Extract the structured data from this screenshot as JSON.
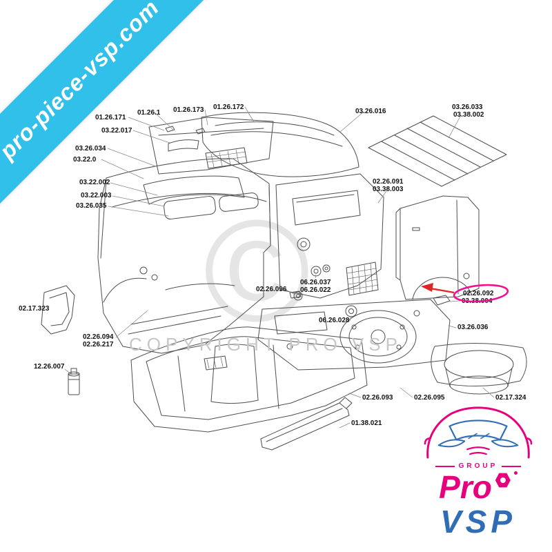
{
  "banner": {
    "text": "pro-piece-vsp.com",
    "color": "#31c0e9"
  },
  "watermarks": {
    "copyright_text": "COPYRIGHT PRO VSP",
    "symbol": "©"
  },
  "labels": [
    {
      "text": "01.26.171"
    },
    {
      "text": "01.26.1"
    },
    {
      "text": "01.26.173"
    },
    {
      "text": "01.26.172"
    },
    {
      "text": "03.22.017"
    },
    {
      "text": "03.26.034"
    },
    {
      "text": "03.22.0"
    },
    {
      "text": "03.22.002"
    },
    {
      "text": "03.22.003"
    },
    {
      "text": "03.26.035"
    },
    {
      "text": "03.26.016"
    },
    {
      "text": "03.26.033"
    },
    {
      "text": "03.38.002"
    },
    {
      "text": "02.26.091"
    },
    {
      "text": "03.38.003"
    },
    {
      "text": "02.26.096"
    },
    {
      "text": "06.26.037"
    },
    {
      "text": "06.26.022"
    },
    {
      "text": "02.26.092"
    },
    {
      "text": "03.38.004"
    },
    {
      "text": "03.26.036"
    },
    {
      "text": "06.26.028"
    },
    {
      "text": "02.17.323"
    },
    {
      "text": "02.26.094"
    },
    {
      "text": "02.26.217"
    },
    {
      "text": "12.26.007"
    },
    {
      "text": "02.26.093"
    },
    {
      "text": "02.26.095"
    },
    {
      "text": "02.17.324"
    },
    {
      "text": "01.38.021"
    }
  ],
  "highlight": {
    "highlighted_part": "02.26.092",
    "ellipse_color": "#f01090",
    "arrow_color": "#e02525"
  },
  "logo": {
    "group": "GROUP",
    "line1": "Pro",
    "line2": "VSP",
    "pink": "#e6007e",
    "blue": "#2f6eb6"
  }
}
